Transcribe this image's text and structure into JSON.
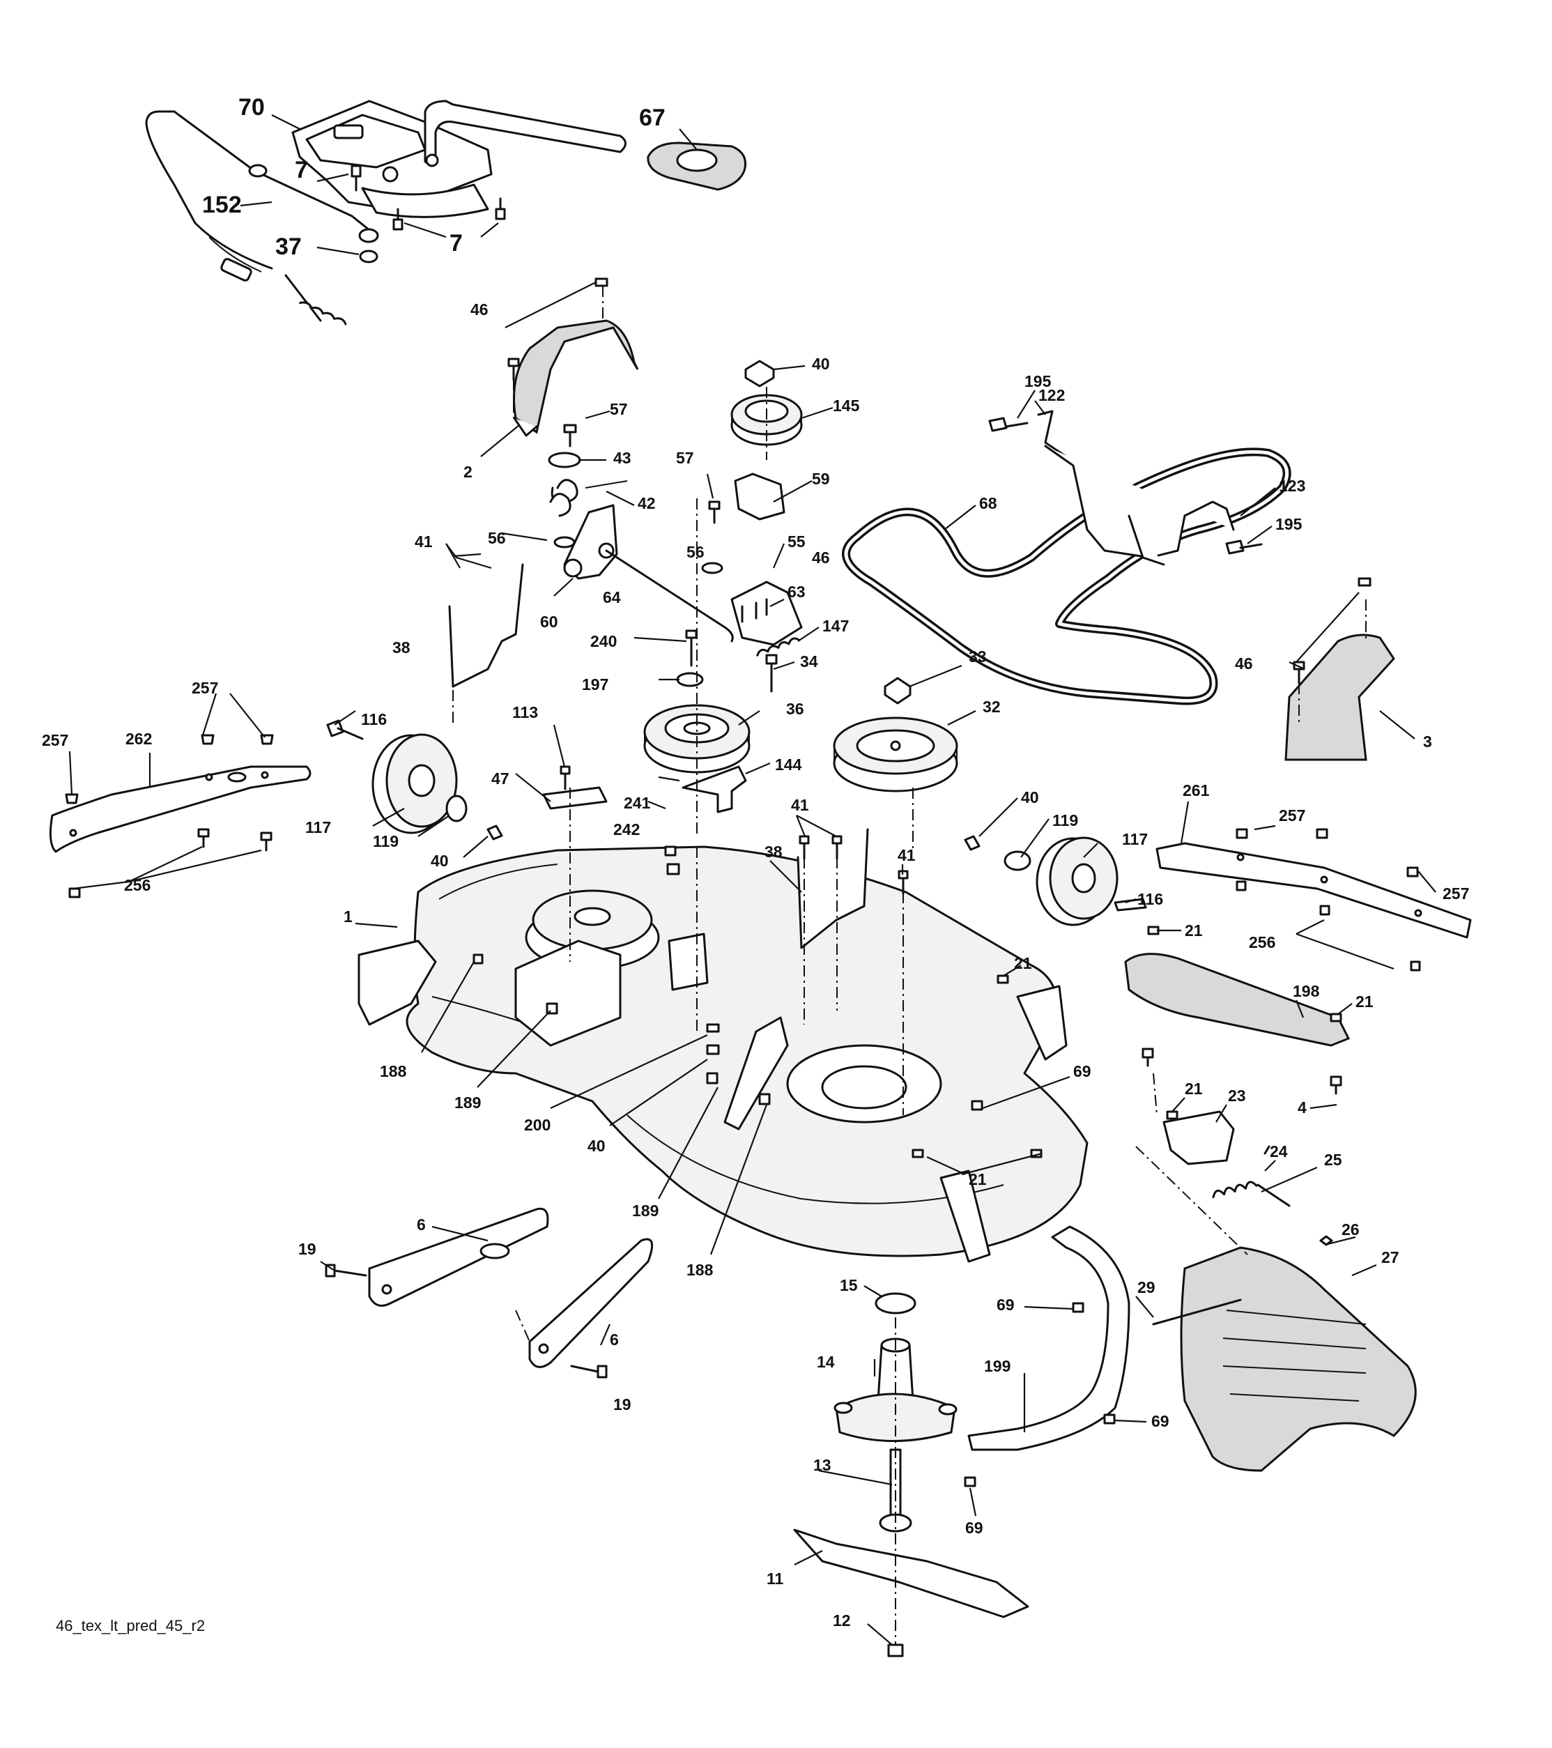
{
  "diagram": {
    "footer_code": "46_tex_lt_pred_45_r2",
    "callouts_large": [
      "70",
      "67",
      "7",
      "152",
      "37",
      "7"
    ],
    "callouts": [
      "46",
      "2",
      "57",
      "43",
      "42",
      "40",
      "145",
      "57",
      "59",
      "195",
      "122",
      "68",
      "123",
      "195",
      "56",
      "56",
      "55",
      "46",
      "64",
      "60",
      "63",
      "41",
      "38",
      "240",
      "147",
      "197",
      "34",
      "33",
      "36",
      "32",
      "46",
      "3",
      "257",
      "262",
      "257",
      "116",
      "113",
      "47",
      "144",
      "117",
      "119",
      "40",
      "241",
      "242",
      "41",
      "41",
      "38",
      "256",
      "1",
      "40",
      "119",
      "117",
      "116",
      "261",
      "257",
      "257",
      "256",
      "21",
      "21",
      "198",
      "21",
      "188",
      "189",
      "200",
      "40",
      "69",
      "4",
      "21",
      "23",
      "24",
      "25",
      "189",
      "21",
      "188",
      "19",
      "6",
      "6",
      "19",
      "15",
      "14",
      "26",
      "29",
      "27",
      "69",
      "199",
      "69",
      "13",
      "69",
      "11",
      "12"
    ]
  }
}
